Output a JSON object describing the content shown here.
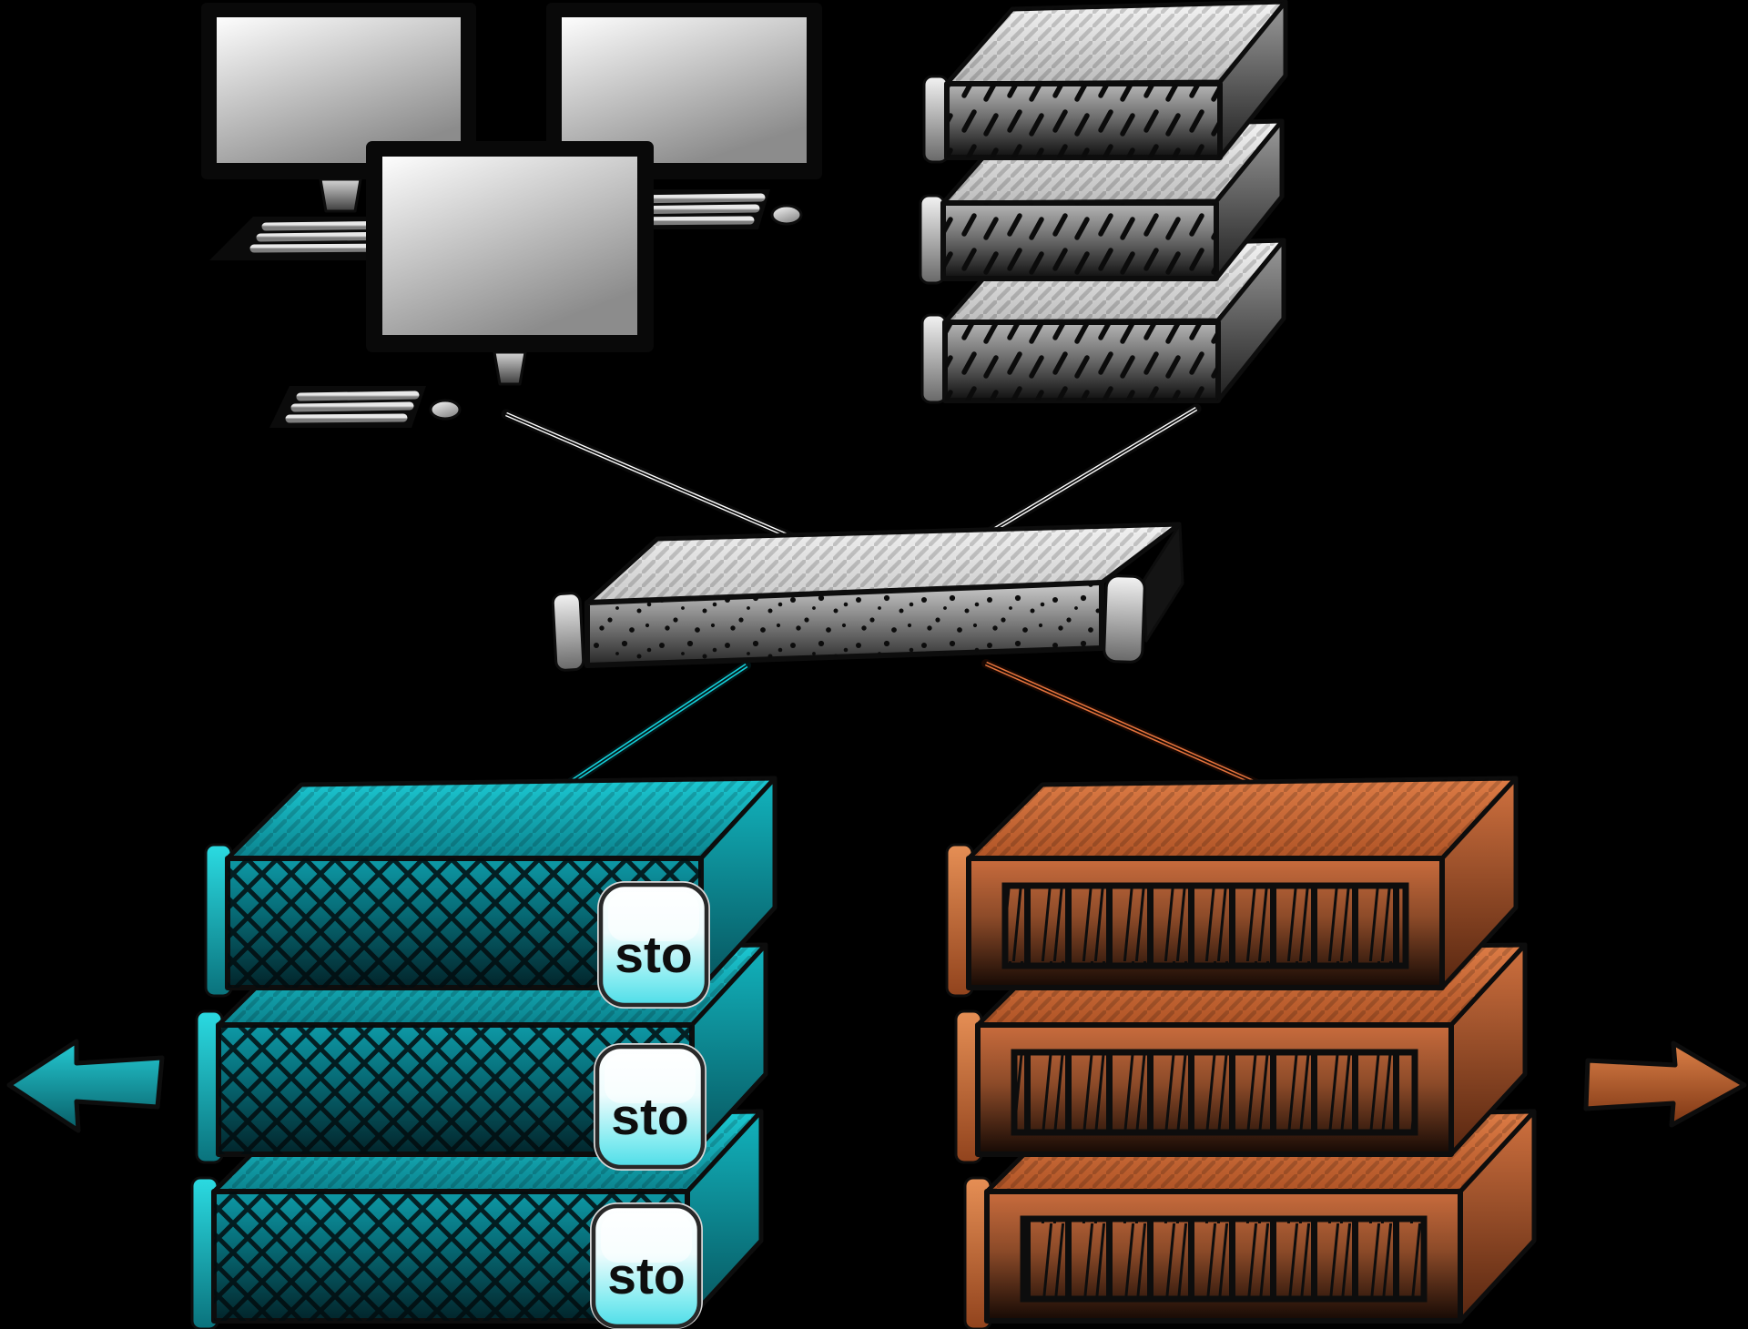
{
  "diagram": {
    "background": "#000000",
    "colors": {
      "background": "#000000",
      "primary-accent": "#14b9c4",
      "primary-accent-bright": "#1fd3dc",
      "primary-accent-dark": "#04333a",
      "secondary-accent": "#cb6d3c",
      "secondary-accent-bright": "#e0824c",
      "secondary-accent-dark": "#1d0b04",
      "neutral-gray": "#b5b5b5",
      "line-white": "#ffffff",
      "line-teal": "#14ced8",
      "line-orange": "#e4733c",
      "outline-black": "#0d0d0d"
    },
    "nodes": {
      "workstations": {
        "icon": "desktop-computer-icon",
        "count": 3
      },
      "servers": {
        "icon": "rack-server-icon",
        "count": 3
      },
      "switch": {
        "icon": "network-switch-icon",
        "count": 1
      },
      "primary_storage": {
        "icon": "storage-array-icon",
        "count": 3
      },
      "secondary_storage": {
        "icon": "storage-array-icon",
        "count": 3
      }
    },
    "badges": [
      {
        "label": "sto"
      },
      {
        "label": "sto"
      },
      {
        "label": "sto"
      }
    ],
    "arrows": {
      "left": "arrow-left-icon",
      "right": "arrow-right-icon"
    }
  }
}
